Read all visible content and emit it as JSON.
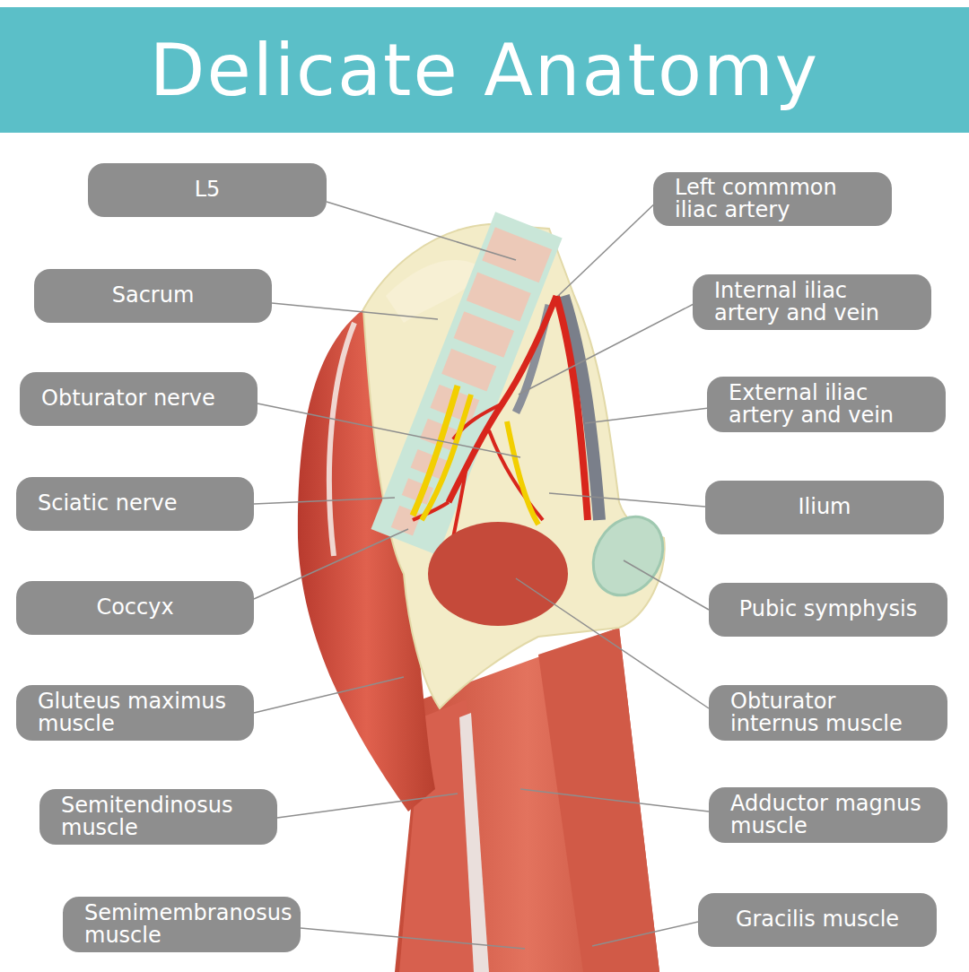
{
  "diagram": {
    "title": "Delicate Anatomy",
    "nodes": [
      {
        "text": [
          "L5"
        ]
      },
      {
        "text": [
          "Left commmon iliac artery"
        ]
      },
      {
        "text": [
          "Sacrum"
        ]
      },
      {
        "text": [
          "Internal iliac artery and vein"
        ]
      },
      {
        "text": [
          "Obturator nerve"
        ]
      },
      {
        "text": [
          "External iliac artery and vein"
        ]
      },
      {
        "text": [
          "Sciatic nerve"
        ]
      },
      {
        "text": [
          "Ilium"
        ]
      },
      {
        "text": [
          "Coccyx"
        ]
      },
      {
        "text": [
          "Pubic symphysis"
        ]
      },
      {
        "text": [
          "Gluteus maximus muscle"
        ]
      },
      {
        "text": [
          "Obturator internus muscle"
        ]
      },
      {
        "text": [
          "Semitendinosus muscle"
        ]
      },
      {
        "text": [
          "Adductor magnus muscle"
        ]
      },
      {
        "text": [
          "Semimembranosus muscle"
        ]
      },
      {
        "text": [
          "Gracilis muscle"
        ]
      }
    ]
  }
}
